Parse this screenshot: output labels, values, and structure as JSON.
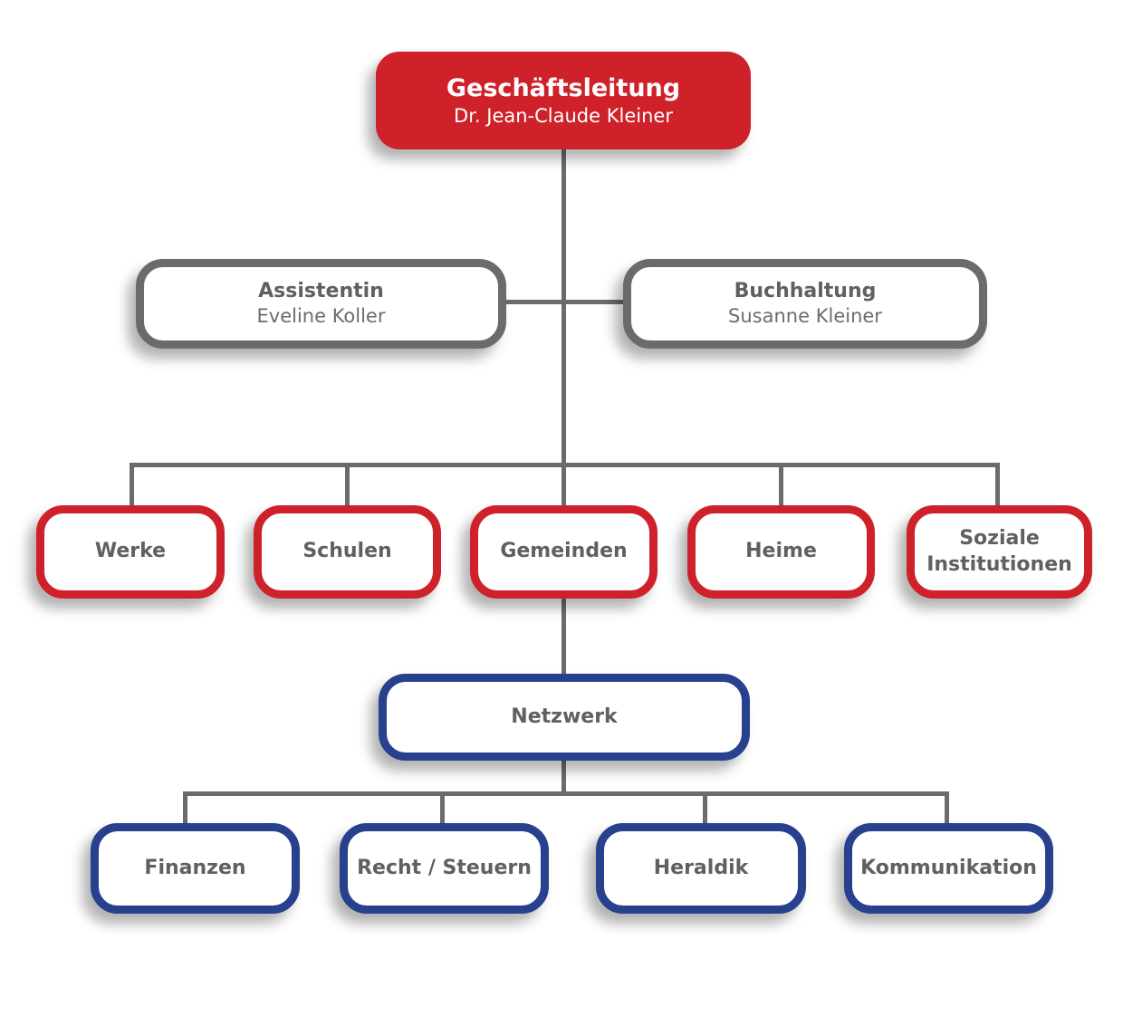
{
  "colors": {
    "red": "#CF2129",
    "blue": "#27418E",
    "gray_border": "#6A6B6D",
    "line_gray": "#6A6B6D",
    "title_text_gray": "#5F6062",
    "name_text_gray": "#6B6C6E",
    "box_background": "#FFFFFF"
  },
  "org": {
    "root": {
      "title": "Geschäftsleitung",
      "person": "Dr. Jean-Claude Kleiner"
    },
    "staff": [
      {
        "title": "Assistentin",
        "person": "Eveline Koller"
      },
      {
        "title": "Buchhaltung",
        "person": "Susanne Kleiner"
      }
    ],
    "divisions": [
      "Werke",
      "Schulen",
      "Gemeinden",
      "Heime",
      "Soziale Institutionen"
    ],
    "network": {
      "title": "Netzwerk"
    },
    "network_children": [
      "Finanzen",
      "Recht / Steuern",
      "Heraldik",
      "Kommunikation"
    ]
  }
}
